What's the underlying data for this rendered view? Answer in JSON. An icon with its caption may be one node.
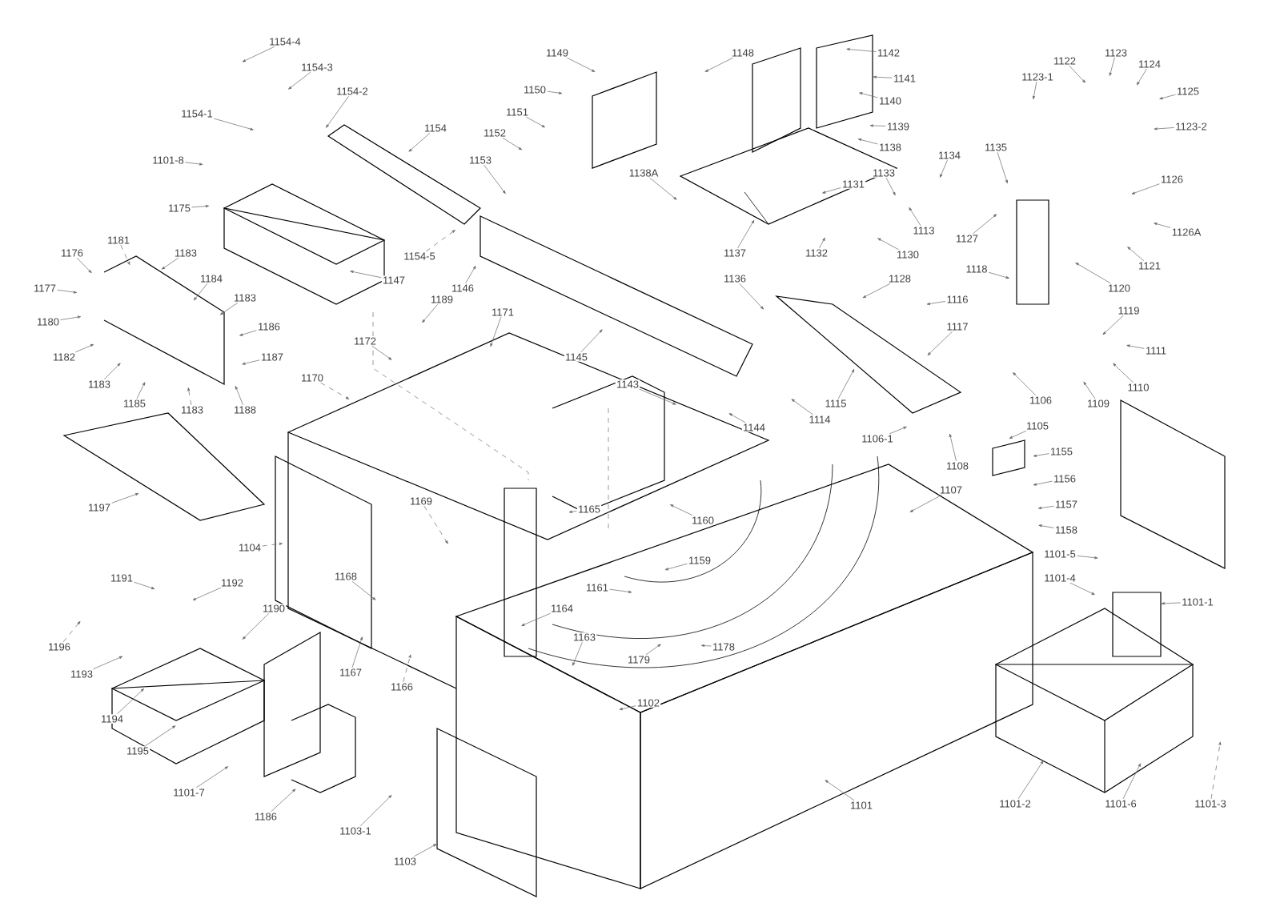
{
  "diagram": {
    "nodes": [
      {
        "text": [
          "1154-4"
        ]
      },
      {
        "text": [
          "1154-3"
        ]
      },
      {
        "text": [
          "1154-2"
        ]
      },
      {
        "text": [
          "1154-1"
        ]
      },
      {
        "text": [
          "1101-8"
        ]
      },
      {
        "text": [
          "1154"
        ]
      },
      {
        "text": [
          "1149"
        ]
      },
      {
        "text": [
          "1150"
        ]
      },
      {
        "text": [
          "1151"
        ]
      },
      {
        "text": [
          "1152"
        ]
      },
      {
        "text": [
          "1153"
        ]
      },
      {
        "text": [
          "1138A"
        ]
      },
      {
        "text": [
          "1148"
        ]
      },
      {
        "text": [
          "1142"
        ]
      },
      {
        "text": [
          "1141"
        ]
      },
      {
        "text": [
          "1140"
        ]
      },
      {
        "text": [
          "1139"
        ]
      },
      {
        "text": [
          "1138"
        ]
      },
      {
        "text": [
          "1131"
        ]
      },
      {
        "text": [
          "1133"
        ]
      },
      {
        "text": [
          "1134"
        ]
      },
      {
        "text": [
          "1135"
        ]
      },
      {
        "text": [
          "1113"
        ]
      },
      {
        "text": [
          "1132"
        ]
      },
      {
        "text": [
          "1130"
        ]
      },
      {
        "text": [
          "1137"
        ]
      },
      {
        "text": [
          "1136"
        ]
      },
      {
        "text": [
          "1128"
        ]
      },
      {
        "text": [
          "1116"
        ]
      },
      {
        "text": [
          "1118"
        ]
      },
      {
        "text": [
          "1127"
        ]
      },
      {
        "text": [
          "1123-1"
        ]
      },
      {
        "text": [
          "1122"
        ]
      },
      {
        "text": [
          "1123"
        ]
      },
      {
        "text": [
          "1124"
        ]
      },
      {
        "text": [
          "1125"
        ]
      },
      {
        "text": [
          "1123-2"
        ]
      },
      {
        "text": [
          "1126"
        ]
      },
      {
        "text": [
          "1126A"
        ]
      },
      {
        "text": [
          "1121"
        ]
      },
      {
        "text": [
          "1120"
        ]
      },
      {
        "text": [
          "1119"
        ]
      },
      {
        "text": [
          "1117"
        ]
      },
      {
        "text": [
          "1111"
        ]
      },
      {
        "text": [
          "1110"
        ]
      },
      {
        "text": [
          "1109"
        ]
      },
      {
        "text": [
          "1106"
        ]
      },
      {
        "text": [
          "1105"
        ]
      },
      {
        "text": [
          "1115"
        ]
      },
      {
        "text": [
          "1114"
        ]
      },
      {
        "text": [
          "1106-1"
        ]
      },
      {
        "text": [
          "1108"
        ]
      },
      {
        "text": [
          "1107"
        ]
      },
      {
        "text": [
          "1155"
        ]
      },
      {
        "text": [
          "1156"
        ]
      },
      {
        "text": [
          "1157"
        ]
      },
      {
        "text": [
          "1158"
        ]
      },
      {
        "text": [
          "1101-5"
        ]
      },
      {
        "text": [
          "1101-4"
        ]
      },
      {
        "text": [
          "1101-1"
        ]
      },
      {
        "text": [
          "1175"
        ]
      },
      {
        "text": [
          "1176"
        ]
      },
      {
        "text": [
          "1181"
        ]
      },
      {
        "text": [
          "1183"
        ]
      },
      {
        "text": [
          "1184"
        ]
      },
      {
        "text": [
          "1177"
        ]
      },
      {
        "text": [
          "1183"
        ]
      },
      {
        "text": [
          "1180"
        ]
      },
      {
        "text": [
          "1186"
        ]
      },
      {
        "text": [
          "1182"
        ]
      },
      {
        "text": [
          "1187"
        ]
      },
      {
        "text": [
          "1183"
        ]
      },
      {
        "text": [
          "1185"
        ]
      },
      {
        "text": [
          "1183"
        ]
      },
      {
        "text": [
          "1188"
        ]
      },
      {
        "text": [
          "1154-5"
        ]
      },
      {
        "text": [
          "1147"
        ]
      },
      {
        "text": [
          "1146"
        ]
      },
      {
        "text": [
          "1189"
        ]
      },
      {
        "text": [
          "1171"
        ]
      },
      {
        "text": [
          "1145"
        ]
      },
      {
        "text": [
          "1172"
        ]
      },
      {
        "text": [
          "1170"
        ]
      },
      {
        "text": [
          "1143"
        ]
      },
      {
        "text": [
          "1144"
        ]
      },
      {
        "text": [
          "1197"
        ]
      },
      {
        "text": [
          "1169"
        ]
      },
      {
        "text": [
          "1165"
        ]
      },
      {
        "text": [
          "1160"
        ]
      },
      {
        "text": [
          "1104"
        ]
      },
      {
        "text": [
          "1159"
        ]
      },
      {
        "text": [
          "1191"
        ]
      },
      {
        "text": [
          "1168"
        ]
      },
      {
        "text": [
          "1192"
        ]
      },
      {
        "text": [
          "1161"
        ]
      },
      {
        "text": [
          "1190"
        ]
      },
      {
        "text": [
          "1164"
        ]
      },
      {
        "text": [
          "1163"
        ]
      },
      {
        "text": [
          "1196"
        ]
      },
      {
        "text": [
          "1178"
        ]
      },
      {
        "text": [
          "1179"
        ]
      },
      {
        "text": [
          "1167"
        ]
      },
      {
        "text": [
          "1193"
        ]
      },
      {
        "text": [
          "1166"
        ]
      },
      {
        "text": [
          "1102"
        ]
      },
      {
        "text": [
          "1194"
        ]
      },
      {
        "text": [
          "1195"
        ]
      },
      {
        "text": [
          "1101-7"
        ]
      },
      {
        "text": [
          "1186"
        ]
      },
      {
        "text": [
          "1103-1"
        ]
      },
      {
        "text": [
          "1101"
        ]
      },
      {
        "text": [
          "1101-2"
        ]
      },
      {
        "text": [
          "1101-6"
        ]
      },
      {
        "text": [
          "1101-3"
        ]
      },
      {
        "text": [
          "1103"
        ]
      }
    ],
    "edges": [
      {
        "from": 0,
        "to": null,
        "arrow": "to"
      },
      {
        "from": 1,
        "to": null,
        "arrow": "to"
      },
      {
        "from": 2,
        "to": null,
        "arrow": "to"
      },
      {
        "from": 3,
        "to": null,
        "arrow": "to"
      },
      {
        "from": 4,
        "to": null,
        "arrow": "to"
      },
      {
        "from": 5,
        "to": null,
        "arrow": "to"
      },
      {
        "from": 6,
        "to": null,
        "arrow": "to"
      },
      {
        "from": 7,
        "to": null,
        "arrow": "to"
      },
      {
        "from": 8,
        "to": null,
        "arrow": "to"
      },
      {
        "from": 9,
        "to": null,
        "arrow": "to"
      },
      {
        "from": 10,
        "to": null,
        "arrow": "to"
      },
      {
        "from": 11,
        "to": null,
        "arrow": "to"
      },
      {
        "from": 12,
        "to": null,
        "arrow": "to"
      },
      {
        "from": 13,
        "to": null,
        "arrow": "to"
      },
      {
        "from": 14,
        "to": null,
        "arrow": "to"
      },
      {
        "from": 15,
        "to": null,
        "arrow": "to"
      },
      {
        "from": 16,
        "to": null,
        "arrow": "to"
      },
      {
        "from": 17,
        "to": null,
        "arrow": "to"
      },
      {
        "from": 18,
        "to": null,
        "arrow": "to"
      },
      {
        "from": 19,
        "to": null,
        "arrow": "to"
      },
      {
        "from": 20,
        "to": null,
        "arrow": "to"
      },
      {
        "from": 21,
        "to": null,
        "arrow": "to"
      },
      {
        "from": 22,
        "to": null,
        "arrow": "to"
      },
      {
        "from": 23,
        "to": null,
        "arrow": "to"
      },
      {
        "from": 24,
        "to": null,
        "arrow": "to"
      },
      {
        "from": 25,
        "to": null,
        "arrow": "to"
      },
      {
        "from": 26,
        "to": null,
        "arrow": "to"
      },
      {
        "from": 27,
        "to": null,
        "arrow": "to"
      },
      {
        "from": 28,
        "to": null,
        "arrow": "to"
      },
      {
        "from": 29,
        "to": null,
        "arrow": "to"
      },
      {
        "from": 30,
        "to": null,
        "arrow": "to"
      },
      {
        "from": 31,
        "to": null,
        "arrow": "to"
      },
      {
        "from": 32,
        "to": null,
        "arrow": "to"
      },
      {
        "from": 33,
        "to": null,
        "arrow": "to"
      },
      {
        "from": 34,
        "to": null,
        "arrow": "to"
      },
      {
        "from": 35,
        "to": null,
        "arrow": "to"
      },
      {
        "from": 36,
        "to": null,
        "arrow": "to"
      },
      {
        "from": 37,
        "to": null,
        "arrow": "to"
      },
      {
        "from": 38,
        "to": null,
        "arrow": "to"
      },
      {
        "from": 39,
        "to": null,
        "arrow": "to"
      },
      {
        "from": 40,
        "to": null,
        "arrow": "to"
      },
      {
        "from": 41,
        "to": null,
        "arrow": "to"
      },
      {
        "from": 42,
        "to": null,
        "arrow": "to"
      },
      {
        "from": 43,
        "to": null,
        "arrow": "to"
      },
      {
        "from": 44,
        "to": null,
        "arrow": "to"
      },
      {
        "from": 45,
        "to": null,
        "arrow": "to"
      },
      {
        "from": 46,
        "to": null,
        "arrow": "to"
      },
      {
        "from": 47,
        "to": null,
        "arrow": "to"
      },
      {
        "from": 48,
        "to": null,
        "arrow": "to"
      },
      {
        "from": 49,
        "to": null,
        "arrow": "to"
      },
      {
        "from": 50,
        "to": null,
        "arrow": "to"
      },
      {
        "from": 51,
        "to": null,
        "arrow": "to"
      },
      {
        "from": 52,
        "to": null,
        "arrow": "to"
      },
      {
        "from": 53,
        "to": null,
        "arrow": "to"
      },
      {
        "from": 54,
        "to": null,
        "arrow": "to"
      },
      {
        "from": 55,
        "to": null,
        "arrow": "to"
      },
      {
        "from": 56,
        "to": null,
        "arrow": "to"
      },
      {
        "from": 57,
        "to": null,
        "arrow": "to"
      },
      {
        "from": 58,
        "to": null,
        "arrow": "to"
      },
      {
        "from": 59,
        "to": null,
        "arrow": "to"
      },
      {
        "from": 60,
        "to": null,
        "arrow": "to"
      },
      {
        "from": 61,
        "to": null,
        "arrow": "to"
      },
      {
        "from": 62,
        "to": null,
        "arrow": "to",
        "style": "dashed"
      },
      {
        "from": 63,
        "to": null,
        "arrow": "to"
      },
      {
        "from": 64,
        "to": null,
        "arrow": "to"
      },
      {
        "from": 65,
        "to": null,
        "arrow": "to"
      },
      {
        "from": 66,
        "to": null,
        "arrow": "to"
      },
      {
        "from": 67,
        "to": null,
        "arrow": "to"
      },
      {
        "from": 68,
        "to": null,
        "arrow": "to"
      },
      {
        "from": 69,
        "to": null,
        "arrow": "to"
      },
      {
        "from": 70,
        "to": null,
        "arrow": "to"
      },
      {
        "from": 71,
        "to": null,
        "arrow": "to"
      },
      {
        "from": 72,
        "to": null,
        "arrow": "to"
      },
      {
        "from": 73,
        "to": null,
        "arrow": "to",
        "style": "dashed"
      },
      {
        "from": 74,
        "to": null,
        "arrow": "to"
      },
      {
        "from": 75,
        "to": null,
        "arrow": "to",
        "style": "dashed"
      },
      {
        "from": 76,
        "to": null,
        "arrow": "to"
      },
      {
        "from": 77,
        "to": null,
        "arrow": "to"
      },
      {
        "from": 78,
        "to": null,
        "arrow": "to"
      },
      {
        "from": 79,
        "to": null,
        "arrow": "to"
      },
      {
        "from": 80,
        "to": null,
        "arrow": "to"
      },
      {
        "from": 81,
        "to": null,
        "arrow": "to"
      },
      {
        "from": 82,
        "to": null,
        "arrow": "to",
        "style": "dashed"
      },
      {
        "from": 83,
        "to": null,
        "arrow": "to"
      },
      {
        "from": 84,
        "to": null,
        "arrow": "to"
      },
      {
        "from": 85,
        "to": null,
        "arrow": "to"
      },
      {
        "from": 86,
        "to": null,
        "arrow": "to",
        "style": "dashed"
      },
      {
        "from": 87,
        "to": null,
        "arrow": "to"
      },
      {
        "from": 88,
        "to": null,
        "arrow": "to"
      },
      {
        "from": 89,
        "to": null,
        "arrow": "to",
        "style": "dashed"
      },
      {
        "from": 90,
        "to": null,
        "arrow": "to"
      },
      {
        "from": 91,
        "to": null,
        "arrow": "to"
      },
      {
        "from": 92,
        "to": null,
        "arrow": "to"
      },
      {
        "from": 93,
        "to": null,
        "arrow": "to"
      },
      {
        "from": 94,
        "to": null,
        "arrow": "to"
      },
      {
        "from": 95,
        "to": null,
        "arrow": "to"
      },
      {
        "from": 96,
        "to": null,
        "arrow": "to"
      },
      {
        "from": 97,
        "to": null,
        "arrow": "to"
      },
      {
        "from": 98,
        "to": null,
        "arrow": "to",
        "style": "dashed"
      },
      {
        "from": 99,
        "to": null,
        "arrow": "to"
      },
      {
        "from": 100,
        "to": null,
        "arrow": "to"
      },
      {
        "from": 101,
        "to": null,
        "arrow": "to"
      },
      {
        "from": 102,
        "to": null,
        "arrow": "to"
      },
      {
        "from": 103,
        "to": null,
        "arrow": "to",
        "style": "dashed"
      },
      {
        "from": 104,
        "to": null,
        "arrow": "to"
      },
      {
        "from": 105,
        "to": null,
        "arrow": "to"
      },
      {
        "from": 106,
        "to": null,
        "arrow": "to"
      },
      {
        "from": 107,
        "to": null,
        "arrow": "to"
      },
      {
        "from": 108,
        "to": null,
        "arrow": "to"
      },
      {
        "from": 109,
        "to": null,
        "arrow": "to"
      },
      {
        "from": 110,
        "to": null,
        "arrow": "to"
      },
      {
        "from": 111,
        "to": null,
        "arrow": "to"
      },
      {
        "from": 112,
        "to": null,
        "arrow": "to"
      },
      {
        "from": 113,
        "to": null,
        "arrow": "to",
        "style": "dashed"
      },
      {
        "from": 114,
        "to": null,
        "arrow": "to"
      }
    ]
  }
}
